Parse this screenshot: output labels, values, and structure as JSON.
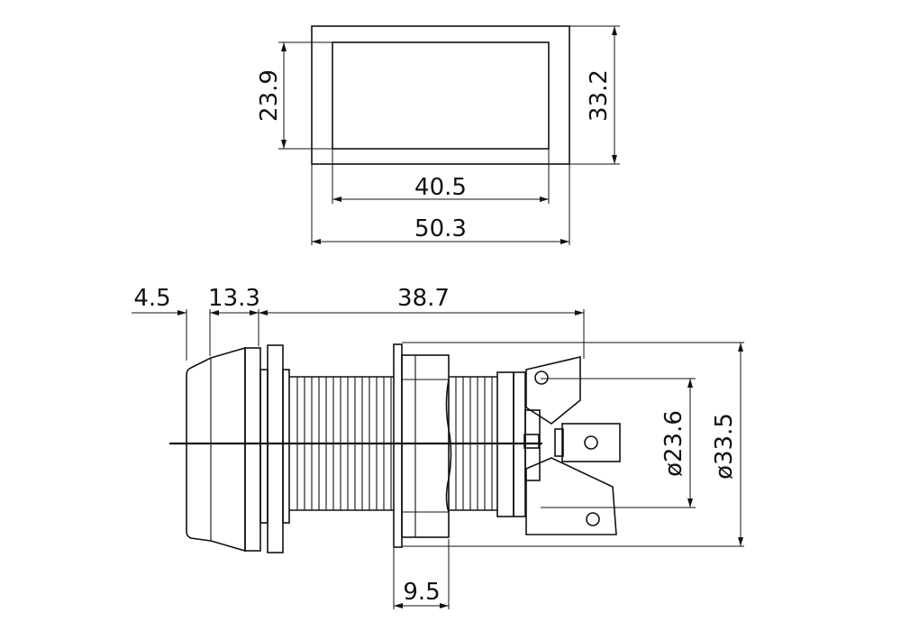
{
  "colors": {
    "line": "#111111",
    "background": "#ffffff"
  },
  "front_view": {
    "inner_width": "40.5",
    "outer_width": "50.3",
    "inner_height": "23.9",
    "outer_height": "33.2"
  },
  "side_view": {
    "cap_thickness": "4.5",
    "bezel_depth": "13.3",
    "body_length": "38.7",
    "nut_width": "9.5",
    "terminal_span": "ø23.6",
    "flange_diameter": "ø33.5"
  }
}
